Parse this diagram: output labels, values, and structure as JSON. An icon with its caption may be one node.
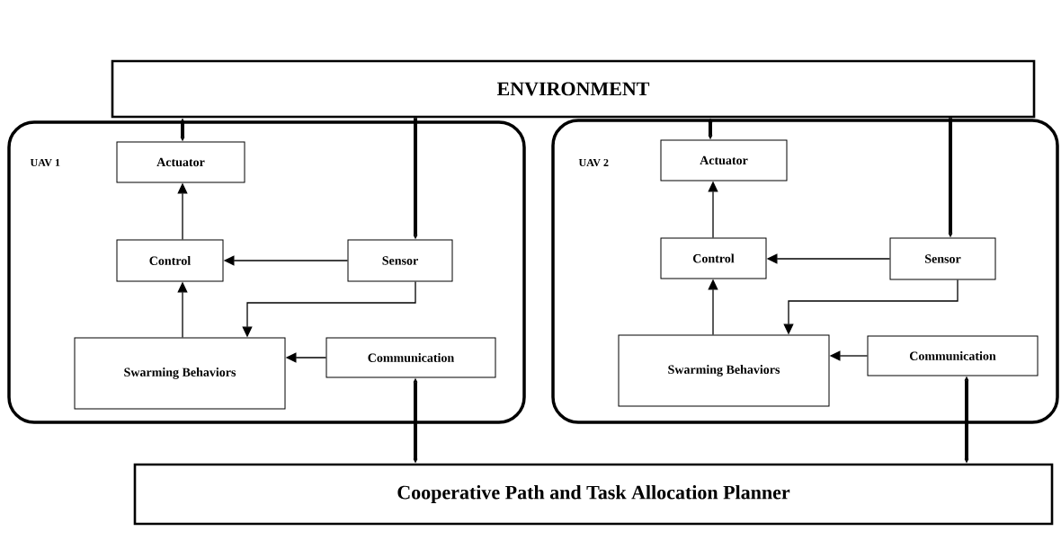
{
  "diagram": {
    "nodes": [
      {
        "text": [
          "ENVIRONMENT"
        ]
      },
      {
        "text": [
          "UAV 1"
        ]
      },
      {
        "text": [
          "Actuator"
        ],
        "in": 1
      },
      {
        "text": [
          "Control"
        ],
        "in": 1
      },
      {
        "text": [
          "Sensor"
        ],
        "in": 1
      },
      {
        "text": [
          "Swarming Behaviors"
        ],
        "in": 1
      },
      {
        "text": [
          "Communication"
        ],
        "in": 1
      },
      {
        "text": [
          "UAV 2"
        ]
      },
      {
        "text": [
          "Actuator"
        ],
        "in": 7
      },
      {
        "text": [
          "Control"
        ],
        "in": 7
      },
      {
        "text": [
          "Sensor"
        ],
        "in": 7
      },
      {
        "text": [
          "Swarming Behaviors"
        ],
        "in": 7
      },
      {
        "text": [
          "Communication"
        ],
        "in": 7
      },
      {
        "text": [
          "Cooperative Path and Task Allocation Planner"
        ]
      }
    ],
    "edges": [
      {
        "from": 0,
        "to": 2,
        "arrow": "both",
        "style": "thick"
      },
      {
        "from": 0,
        "to": 4,
        "arrow": "to",
        "style": "thick"
      },
      {
        "from": 3,
        "to": 2,
        "arrow": "to"
      },
      {
        "from": 4,
        "to": 3,
        "arrow": "to"
      },
      {
        "from": 4,
        "to": 5,
        "arrow": "to"
      },
      {
        "from": 5,
        "to": 3,
        "arrow": "to"
      },
      {
        "from": 6,
        "to": 5,
        "arrow": "to"
      },
      {
        "from": 6,
        "to": 13,
        "arrow": "both",
        "style": "thick"
      },
      {
        "from": 0,
        "to": 8,
        "arrow": "both",
        "style": "thick"
      },
      {
        "from": 0,
        "to": 10,
        "arrow": "to",
        "style": "thick"
      },
      {
        "from": 9,
        "to": 8,
        "arrow": "to"
      },
      {
        "from": 10,
        "to": 9,
        "arrow": "to"
      },
      {
        "from": 10,
        "to": 11,
        "arrow": "to"
      },
      {
        "from": 11,
        "to": 9,
        "arrow": "to"
      },
      {
        "from": 12,
        "to": 11,
        "arrow": "to"
      },
      {
        "from": 12,
        "to": 13,
        "arrow": "both",
        "style": "thick"
      }
    ]
  }
}
